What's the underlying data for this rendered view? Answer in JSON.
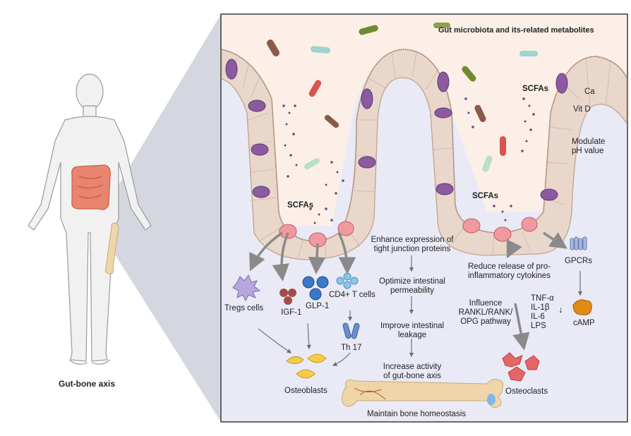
{
  "left": {
    "caption": "Gut-bone axis"
  },
  "header": {
    "title": "Gut microbiota and its-related metabolites"
  },
  "scfa": {
    "label_left": "SCFAs",
    "label_center": "SCFAs",
    "label_right": "SCFAs"
  },
  "minerals": {
    "ca": "Ca",
    "vitd": "Vit D",
    "ph": "Modulate\npH value"
  },
  "immune": {
    "tregs": "Tregs cells",
    "igf1": "IGF-1",
    "glp1": "GLP-1",
    "cd4": "CD4+ T cells",
    "th17": "Th 17"
  },
  "pathway": {
    "step1": "Enhance expression of\ntight junction proteins",
    "step2": "Optimize intestinal\npermeability",
    "step3": "Improve intestinal\nleakage",
    "step4": "Increase activity\nof gut-bone axis",
    "footer": "Maintain bone homeostasis"
  },
  "right": {
    "cytokines": "Reduce release of pro-\ninflammatory cytokines",
    "rankl": "Influence\nRANKL/RANK/\nOPG pathway",
    "tnf": "TNF-α\nIL-1β\nIL-6\nLPS",
    "down_arrow": "↓",
    "gpcrs": "GPCRs",
    "camp": "cAMP",
    "osteoclasts": "Osteoclasts"
  },
  "bottom": {
    "osteoblasts": "Osteoblasts"
  },
  "colors": {
    "panel_bg": "#e9eaf6",
    "lumen": "#fcefe8",
    "epithelium": "#ead7cc",
    "goblet": "#8c5aa0",
    "arrow": "#7a7a7a",
    "cone": "#c9cbd8",
    "gut": "#e9846f",
    "bone": "#efd6a8"
  }
}
